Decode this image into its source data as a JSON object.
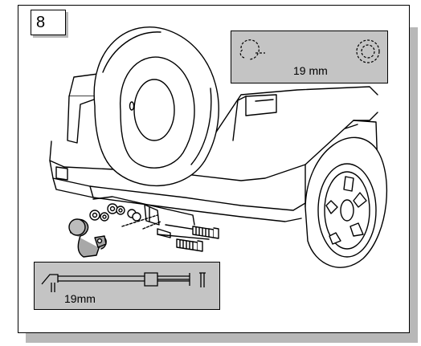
{
  "step": {
    "number": "8"
  },
  "top_detail": {
    "size_label": "19 mm"
  },
  "bottom_detail": {
    "size_label": "19mm"
  },
  "colors": {
    "inset_background": "#c4c4c4",
    "frame_shadow": "#b8b8b8",
    "line": "#000000"
  }
}
